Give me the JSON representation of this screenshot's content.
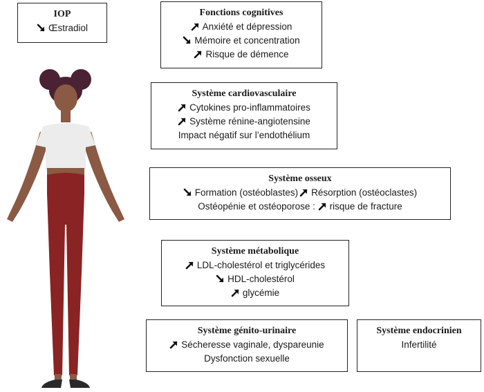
{
  "boxes": {
    "iop": {
      "title": "IOP",
      "lines": [
        {
          "dir": "down",
          "text": "Œstradiol"
        }
      ]
    },
    "cognitive": {
      "title": "Fonctions cognitives",
      "lines": [
        {
          "dir": "up",
          "text": "Anxiété et dépression"
        },
        {
          "dir": "down",
          "text": "Mémoire et concentration"
        },
        {
          "dir": "up",
          "text": "Risque de démence"
        }
      ]
    },
    "cardio": {
      "title": "Système cardiovasculaire",
      "lines": [
        {
          "dir": "up",
          "text": "Cytokines pro-inflammatoires"
        },
        {
          "dir": "up",
          "text": "Système rénine-angiotensine"
        },
        {
          "dir": "",
          "text": "Impact négatif sur l’endothélium"
        }
      ]
    },
    "bone": {
      "title": "Système osseux",
      "line1a": "Formation (ostéoblastes)",
      "line1b": "Résorption (ostéoclastes)",
      "line2a": "Ostéopénie et ostéoporose :",
      "line2b": "risque de fracture"
    },
    "metabolic": {
      "title": "Système métabolique",
      "lines": [
        {
          "dir": "up",
          "text": "LDL-cholestérol et triglycérides"
        },
        {
          "dir": "down",
          "text": "HDL-cholestérol"
        },
        {
          "dir": "up",
          "text": "glycémie"
        }
      ]
    },
    "genito": {
      "title": "Système génito-urinaire",
      "lines": [
        {
          "dir": "up",
          "text": "Sécheresse vaginale, dyspareunie"
        },
        {
          "dir": "",
          "text": "Dysfonction sexuelle"
        }
      ]
    },
    "endocrine": {
      "title": "Système endocrinien",
      "lines": [
        {
          "dir": "",
          "text": "Infertilité"
        }
      ]
    }
  },
  "colors": {
    "skin": "#8a5a44",
    "hair": "#4a2233",
    "top": "#ececec",
    "pants": "#8a2323",
    "shoes": "#2a2a2a"
  }
}
